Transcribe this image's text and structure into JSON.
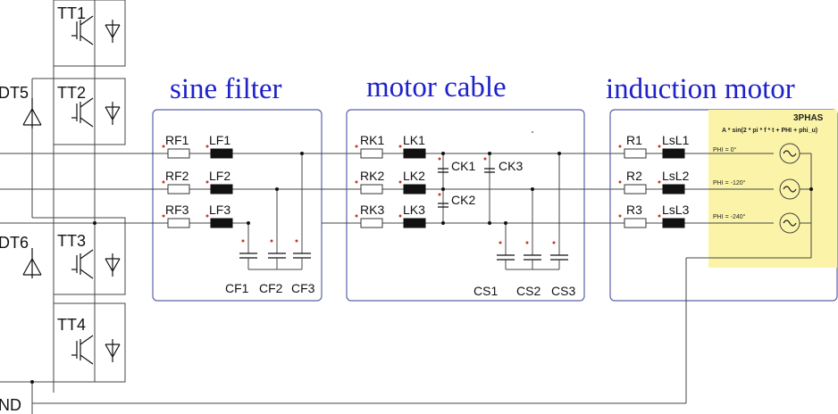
{
  "sections": {
    "sine_filter": "sine filter",
    "motor_cable": "motor cable",
    "induction_motor": "induction motor"
  },
  "switches": [
    "TT1",
    "TT2",
    "TT3",
    "TT4"
  ],
  "diodes": [
    "DT5",
    "DT6"
  ],
  "ground": "ND",
  "sine_filter": {
    "resistors": [
      "RF1",
      "RF2",
      "RF3"
    ],
    "inductors": [
      "LF1",
      "LF2",
      "LF3"
    ],
    "capacitors": [
      "CF1",
      "CF2",
      "CF3"
    ]
  },
  "motor_cable": {
    "resistors": [
      "RK1",
      "RK2",
      "RK3"
    ],
    "inductors": [
      "LK1",
      "LK2",
      "LK3"
    ],
    "coupling_caps": [
      "CK1",
      "CK2",
      "CK3"
    ],
    "shunt_caps": [
      "CS1",
      "CS2",
      "CS3"
    ]
  },
  "induction_motor": {
    "resistors": [
      "R1",
      "R2",
      "R3"
    ],
    "inductors": [
      "LsL1",
      "LsL2",
      "LsL3"
    ]
  },
  "source": {
    "title": "3PHAS",
    "formula": "A * sin(2 * pi * f * t + PHI + phi_u)",
    "phases": [
      "PHI = 0°",
      "PHI = -120°",
      "PHI = -240°"
    ],
    "fill_color": "#fbf4a8"
  },
  "colors": {
    "title": "#1f22c8",
    "box": "#5a62a8",
    "pin_marker": "#c0392b"
  }
}
